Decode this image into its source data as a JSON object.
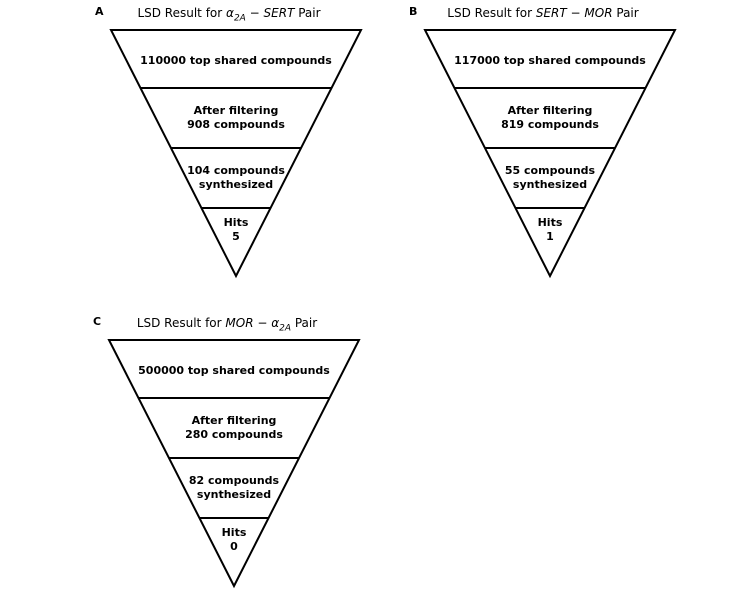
{
  "figure": {
    "background": "#ffffff",
    "line_color": "#000000",
    "text_color": "#000000"
  },
  "panels": [
    {
      "label": "A",
      "title": {
        "prefix": "LSD Result for ",
        "left": "α",
        "left_sub": "2A",
        "separator": " − ",
        "right": "SERT",
        "right_sub": "",
        "suffix": " Pair"
      },
      "sections": [
        {
          "line1": "110000 top shared compounds",
          "line2": ""
        },
        {
          "line1": "After filtering",
          "line2": "908 compounds"
        },
        {
          "line1": "104 compounds",
          "line2": "synthesized"
        },
        {
          "line1": "Hits",
          "line2": "5"
        }
      ]
    },
    {
      "label": "B",
      "title": {
        "prefix": "LSD Result for ",
        "left": "SERT",
        "left_sub": "",
        "separator": " − ",
        "right": "MOR",
        "right_sub": "",
        "suffix": " Pair"
      },
      "sections": [
        {
          "line1": "117000 top shared compounds",
          "line2": ""
        },
        {
          "line1": "After filtering",
          "line2": "819 compounds"
        },
        {
          "line1": "55 compounds",
          "line2": "synthesized"
        },
        {
          "line1": "Hits",
          "line2": "1"
        }
      ]
    },
    {
      "label": "C",
      "title": {
        "prefix": "LSD Result for ",
        "left": "MOR",
        "left_sub": "",
        "separator": " − ",
        "right": "α",
        "right_sub": "2A",
        "suffix": " Pair"
      },
      "sections": [
        {
          "line1": "500000 top shared compounds",
          "line2": ""
        },
        {
          "line1": "After filtering",
          "line2": "280 compounds"
        },
        {
          "line1": "82 compounds",
          "line2": "synthesized"
        },
        {
          "line1": "Hits",
          "line2": "0"
        }
      ]
    }
  ]
}
